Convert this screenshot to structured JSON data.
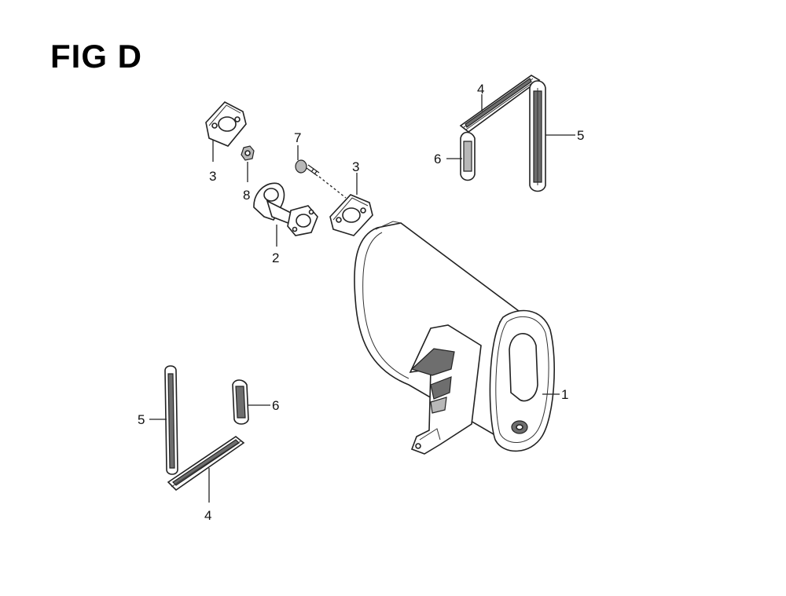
{
  "title": "FIG D",
  "callouts": {
    "muffler": "1",
    "exhaust_pipe": "2",
    "gasket_left": "3",
    "gasket_right": "3",
    "protector_top": "4",
    "protector_bottom": "4",
    "protector_side_top": "5",
    "protector_side_bottom": "5",
    "protector_end_top": "6",
    "protector_end_bottom": "6",
    "bolt": "7",
    "nut": "8"
  }
}
